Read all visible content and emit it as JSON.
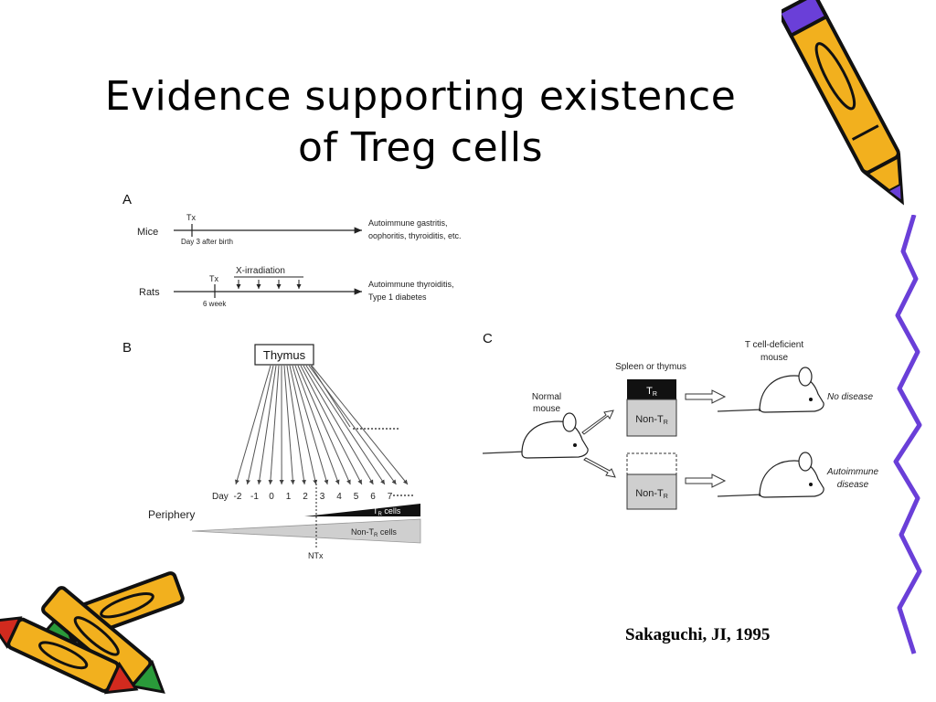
{
  "slide": {
    "title_line1": "Evidence supporting existence",
    "title_line2": "of Treg cells",
    "credit": "Sakaguchi, JI, 1995"
  },
  "panel_a": {
    "label": "A",
    "mice": {
      "label": "Mice",
      "tx": "Tx",
      "day": "Day 3 after birth",
      "outcome1": "Autoimmune gastritis,",
      "outcome2": "oophoritis, thyroiditis, etc."
    },
    "rats": {
      "label": "Rats",
      "tx": "Tx",
      "irradiation": "X-irradiation",
      "week": "6 week",
      "outcome1": "Autoimmune thyroiditis,",
      "outcome2": "Type 1 diabetes"
    }
  },
  "panel_b": {
    "label": "B",
    "thymus": "Thymus",
    "day_label": "Day",
    "days": [
      "-2",
      "-1",
      "0",
      "1",
      "2",
      "3",
      "4",
      "5",
      "6",
      "7"
    ],
    "periphery": "Periphery",
    "tr_cells": "T",
    "tr_sub": "R",
    "tr_suffix": " cells",
    "nontr_prefix": "Non-T",
    "nontr_sub": "R",
    "nontr_suffix": " cells",
    "ntx": "NTx"
  },
  "panel_c": {
    "label": "C",
    "normal1": "Normal",
    "normal2": "mouse",
    "spleen": "Spleen or thymus",
    "tr": "T",
    "tr_sub": "R",
    "nontr": "Non-T",
    "nontr_sub": "R",
    "deficient1": "T cell-deficient",
    "deficient2": "mouse",
    "no_disease": "No disease",
    "autoimmune1": "Autoimmune",
    "autoimmune2": "disease"
  },
  "decor": {
    "crayon_primary": "#f2b01e",
    "crayon_outline": "#111111",
    "crayon_red": "#d22a1e",
    "crayon_green": "#2a9a3a",
    "crayon_purple": "#6a3fd8",
    "squiggle_color": "#6a3fd8"
  }
}
